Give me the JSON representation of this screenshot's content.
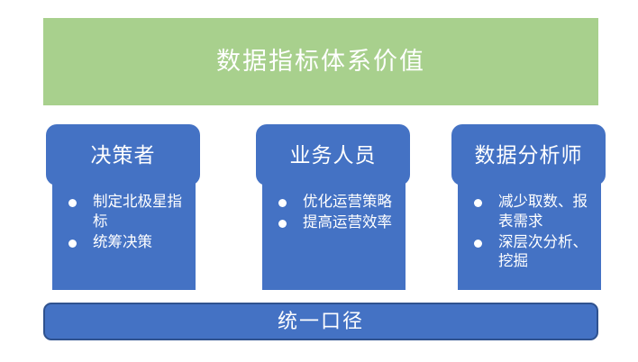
{
  "banner": {
    "title": "数据指标体系价值",
    "background_color": "#a8d08d",
    "text_color": "#ffffff"
  },
  "columns": [
    {
      "id": "decision",
      "title": "决策者",
      "bullets": [
        "制定北极星指标",
        "统筹决策"
      ]
    },
    {
      "id": "business",
      "title": "业务人员",
      "bullets": [
        "优化运营策略",
        "提高运营效率"
      ]
    },
    {
      "id": "analyst",
      "title": "数据分析师",
      "bullets": [
        "减少取数、报表需求",
        "深层次分析、挖掘"
      ]
    }
  ],
  "footer": {
    "title": "统一口径",
    "background_color": "#4472c4",
    "border_color": "#2f528f",
    "text_color": "#ffffff"
  },
  "theme": {
    "card_color": "#4472c4",
    "bullet_color": "#ffffff"
  }
}
